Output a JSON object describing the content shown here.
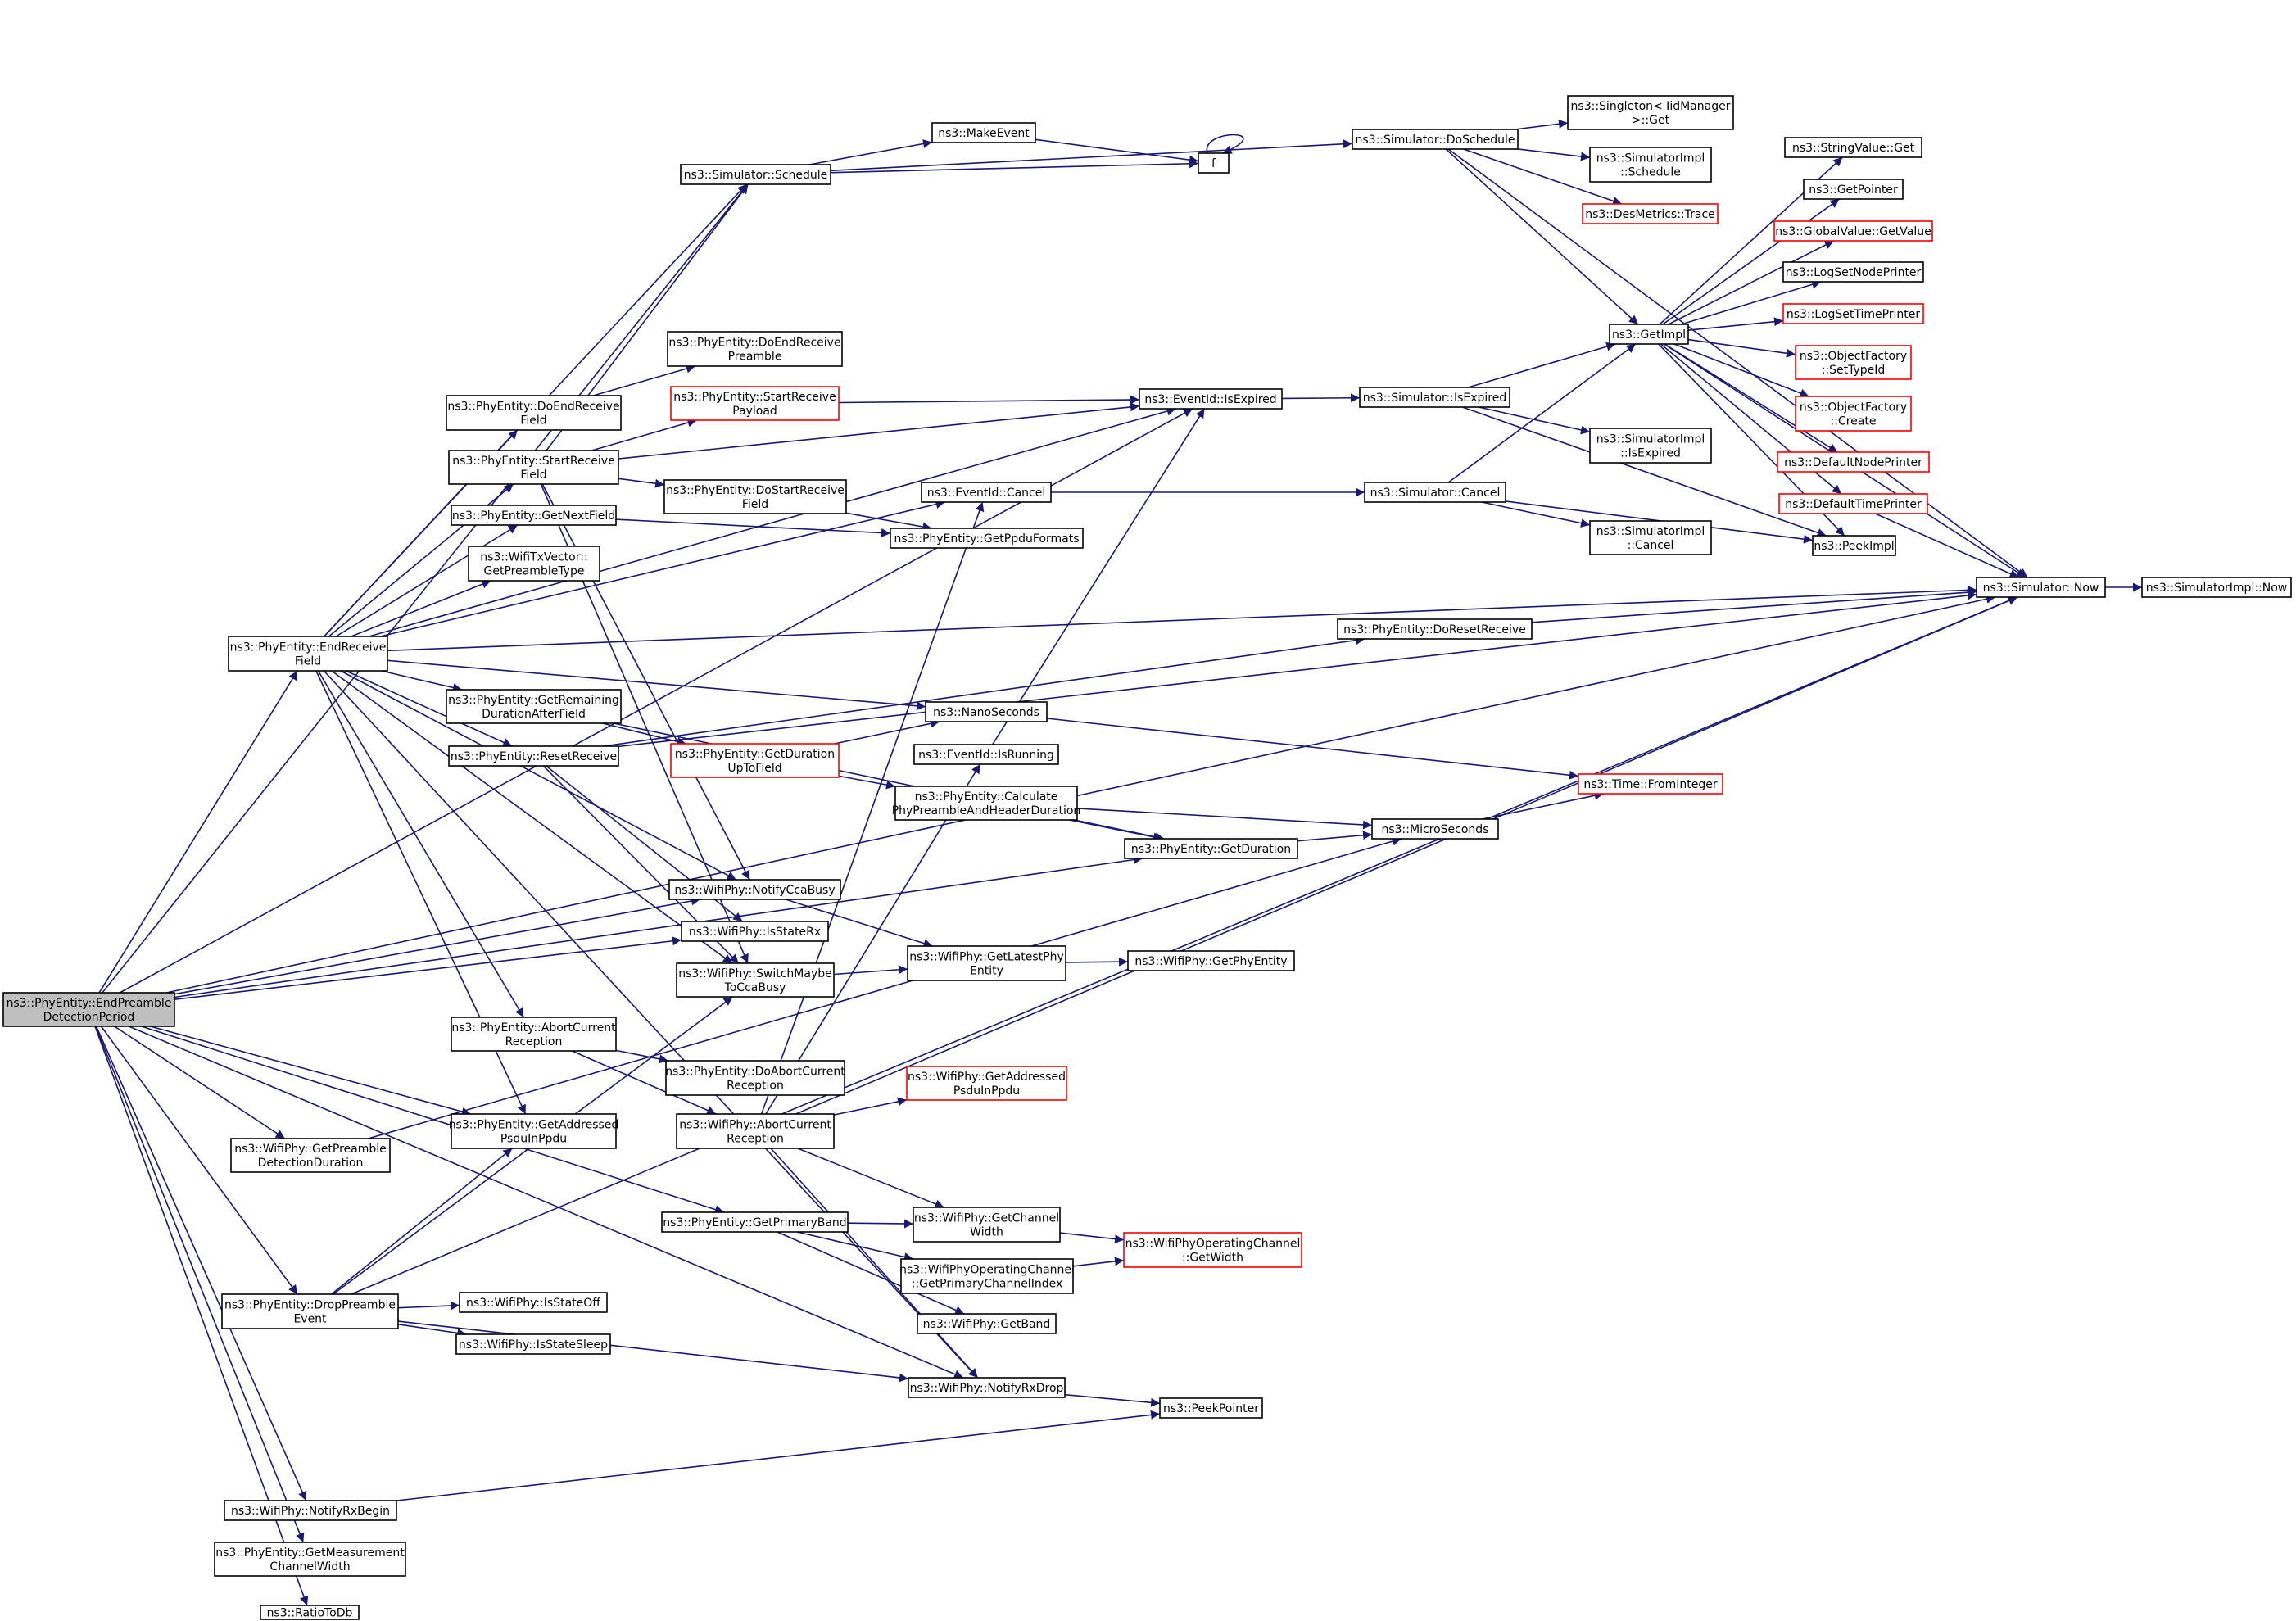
{
  "colors": {
    "edge": "#191970",
    "node_border": "#000000",
    "node_border_incomplete": "#ff0000",
    "root_fill": "#bfbfbf",
    "node_fill": "#ffffff"
  },
  "nodes": [
    {
      "id": "root",
      "lines": [
        "ns3::PhyEntity::EndPreamble",
        "DetectionPeriod"
      ],
      "style": "root"
    },
    {
      "id": "endReceiveField",
      "lines": [
        "ns3::PhyEntity::EndReceive",
        "Field"
      ],
      "style": "normal"
    },
    {
      "id": "simSchedule",
      "lines": [
        "ns3::Simulator::Schedule"
      ],
      "style": "normal"
    },
    {
      "id": "makeEvent",
      "lines": [
        "ns3::MakeEvent"
      ],
      "style": "normal"
    },
    {
      "id": "f",
      "lines": [
        "f"
      ],
      "style": "normal"
    },
    {
      "id": "doSchedule",
      "lines": [
        "ns3::Simulator::DoSchedule"
      ],
      "style": "normal"
    },
    {
      "id": "singletonGet",
      "lines": [
        "ns3::Singleton< IidManager",
        ">::Get"
      ],
      "style": "normal"
    },
    {
      "id": "implSchedule",
      "lines": [
        "ns3::SimulatorImpl",
        "::Schedule"
      ],
      "style": "normal"
    },
    {
      "id": "desTrace",
      "lines": [
        "ns3::DesMetrics::Trace"
      ],
      "style": "incomplete"
    },
    {
      "id": "stringGet",
      "lines": [
        "ns3::StringValue::Get"
      ],
      "style": "normal"
    },
    {
      "id": "getPointer",
      "lines": [
        "ns3::GetPointer"
      ],
      "style": "normal"
    },
    {
      "id": "globalGetValue",
      "lines": [
        "ns3::GlobalValue::GetValue"
      ],
      "style": "incomplete"
    },
    {
      "id": "logSetNode",
      "lines": [
        "ns3::LogSetNodePrinter"
      ],
      "style": "normal"
    },
    {
      "id": "logSetTime",
      "lines": [
        "ns3::LogSetTimePrinter"
      ],
      "style": "incomplete"
    },
    {
      "id": "objSetTypeId",
      "lines": [
        "ns3::ObjectFactory",
        "::SetTypeId"
      ],
      "style": "incomplete"
    },
    {
      "id": "objCreate",
      "lines": [
        "ns3::ObjectFactory",
        "::Create"
      ],
      "style": "incomplete"
    },
    {
      "id": "defNodePrinter",
      "lines": [
        "ns3::DefaultNodePrinter"
      ],
      "style": "incomplete"
    },
    {
      "id": "defTimePrinter",
      "lines": [
        "ns3::DefaultTimePrinter"
      ],
      "style": "incomplete"
    },
    {
      "id": "getImpl",
      "lines": [
        "ns3::GetImpl"
      ],
      "style": "normal"
    },
    {
      "id": "doEndRecvPreamble",
      "lines": [
        "ns3::PhyEntity::DoEndReceive",
        "Preamble"
      ],
      "style": "normal"
    },
    {
      "id": "doEndRecvField",
      "lines": [
        "ns3::PhyEntity::DoEndReceive",
        "Field"
      ],
      "style": "normal"
    },
    {
      "id": "startRecvPayload",
      "lines": [
        "ns3::PhyEntity::StartReceive",
        "Payload"
      ],
      "style": "incomplete"
    },
    {
      "id": "startRecvField",
      "lines": [
        "ns3::PhyEntity::StartReceive",
        "Field"
      ],
      "style": "normal"
    },
    {
      "id": "isExpired",
      "lines": [
        "ns3::EventId::IsExpired"
      ],
      "style": "normal"
    },
    {
      "id": "simIsExpired",
      "lines": [
        "ns3::Simulator::IsExpired"
      ],
      "style": "normal"
    },
    {
      "id": "implIsExpired",
      "lines": [
        "ns3::SimulatorImpl",
        "::IsExpired"
      ],
      "style": "normal"
    },
    {
      "id": "doStartRecvField",
      "lines": [
        "ns3::PhyEntity::DoStartReceive",
        "Field"
      ],
      "style": "normal"
    },
    {
      "id": "eventCancel",
      "lines": [
        "ns3::EventId::Cancel"
      ],
      "style": "normal"
    },
    {
      "id": "simCancel",
      "lines": [
        "ns3::Simulator::Cancel"
      ],
      "style": "normal"
    },
    {
      "id": "implCancel",
      "lines": [
        "ns3::SimulatorImpl",
        "::Cancel"
      ],
      "style": "normal"
    },
    {
      "id": "peekImpl",
      "lines": [
        "ns3::PeekImpl"
      ],
      "style": "normal"
    },
    {
      "id": "getNextField",
      "lines": [
        "ns3::PhyEntity::GetNextField"
      ],
      "style": "normal"
    },
    {
      "id": "getPpduFormats",
      "lines": [
        "ns3::PhyEntity::GetPpduFormats"
      ],
      "style": "normal"
    },
    {
      "id": "txVecPreamble",
      "lines": [
        "ns3::WifiTxVector::",
        "GetPreambleType"
      ],
      "style": "normal"
    },
    {
      "id": "simNow",
      "lines": [
        "ns3::Simulator::Now"
      ],
      "style": "normal"
    },
    {
      "id": "implNow",
      "lines": [
        "ns3::SimulatorImpl::Now"
      ],
      "style": "normal"
    },
    {
      "id": "doResetReceive",
      "lines": [
        "ns3::PhyEntity::DoResetReceive"
      ],
      "style": "normal"
    },
    {
      "id": "getRemaining",
      "lines": [
        "ns3::PhyEntity::GetRemaining",
        "DurationAfterField"
      ],
      "style": "normal"
    },
    {
      "id": "nanoSeconds",
      "lines": [
        "ns3::NanoSeconds"
      ],
      "style": "normal"
    },
    {
      "id": "getDurationUpTo",
      "lines": [
        "ns3::PhyEntity::GetDuration",
        "UpToField"
      ],
      "style": "incomplete"
    },
    {
      "id": "isRunning",
      "lines": [
        "ns3::EventId::IsRunning"
      ],
      "style": "normal"
    },
    {
      "id": "resetReceive",
      "lines": [
        "ns3::PhyEntity::ResetReceive"
      ],
      "style": "normal"
    },
    {
      "id": "timeFromInteger",
      "lines": [
        "ns3::Time::FromInteger"
      ],
      "style": "incomplete"
    },
    {
      "id": "calcPreamble",
      "lines": [
        "ns3::PhyEntity::Calculate",
        "PhyPreambleAndHeaderDuration"
      ],
      "style": "normal"
    },
    {
      "id": "getDuration",
      "lines": [
        "ns3::PhyEntity::GetDuration"
      ],
      "style": "normal"
    },
    {
      "id": "microSeconds",
      "lines": [
        "ns3::MicroSeconds"
      ],
      "style": "normal"
    },
    {
      "id": "notifyCcaBusy",
      "lines": [
        "ns3::WifiPhy::NotifyCcaBusy"
      ],
      "style": "normal"
    },
    {
      "id": "isStateRx",
      "lines": [
        "ns3::WifiPhy::IsStateRx"
      ],
      "style": "normal"
    },
    {
      "id": "switchMaybe",
      "lines": [
        "ns3::WifiPhy::SwitchMaybe",
        "ToCcaBusy"
      ],
      "style": "normal"
    },
    {
      "id": "getLatestPhy",
      "lines": [
        "ns3::WifiPhy::GetLatestPhy",
        "Entity"
      ],
      "style": "normal"
    },
    {
      "id": "getPhyEntity",
      "lines": [
        "ns3::WifiPhy::GetPhyEntity"
      ],
      "style": "normal"
    },
    {
      "id": "abortCurrentEntity",
      "lines": [
        "ns3::PhyEntity::AbortCurrent",
        "Reception"
      ],
      "style": "normal"
    },
    {
      "id": "doAbortCurrent",
      "lines": [
        "ns3::PhyEntity::DoAbortCurrent",
        "Reception"
      ],
      "style": "normal"
    },
    {
      "id": "wifiGetAddressed",
      "lines": [
        "ns3::WifiPhy::GetAddressed",
        "PsduInPpdu"
      ],
      "style": "incomplete"
    },
    {
      "id": "entityGetAddressed",
      "lines": [
        "ns3::PhyEntity::GetAddressed",
        "PsduInPpdu"
      ],
      "style": "normal"
    },
    {
      "id": "abortCurrentWifi",
      "lines": [
        "ns3::WifiPhy::AbortCurrent",
        "Reception"
      ],
      "style": "normal"
    },
    {
      "id": "getPreambleDet",
      "lines": [
        "ns3::WifiPhy::GetPreamble",
        "DetectionDuration"
      ],
      "style": "normal"
    },
    {
      "id": "getPrimaryBand",
      "lines": [
        "ns3::PhyEntity::GetPrimaryBand"
      ],
      "style": "normal"
    },
    {
      "id": "getChannelWidth",
      "lines": [
        "ns3::WifiPhy::GetChannel",
        "Width"
      ],
      "style": "normal"
    },
    {
      "id": "opGetWidth",
      "lines": [
        "ns3::WifiPhyOperatingChannel",
        "::GetWidth"
      ],
      "style": "incomplete"
    },
    {
      "id": "opPrimaryIndex",
      "lines": [
        "ns3::WifiPhyOperatingChannel",
        "::GetPrimaryChannelIndex"
      ],
      "style": "normal"
    },
    {
      "id": "getBand",
      "lines": [
        "ns3::WifiPhy::GetBand"
      ],
      "style": "normal"
    },
    {
      "id": "dropPreamble",
      "lines": [
        "ns3::PhyEntity::DropPreamble",
        "Event"
      ],
      "style": "normal"
    },
    {
      "id": "isStateOff",
      "lines": [
        "ns3::WifiPhy::IsStateOff"
      ],
      "style": "normal"
    },
    {
      "id": "isStateSleep",
      "lines": [
        "ns3::WifiPhy::IsStateSleep"
      ],
      "style": "normal"
    },
    {
      "id": "notifyRxDrop",
      "lines": [
        "ns3::WifiPhy::NotifyRxDrop"
      ],
      "style": "normal"
    },
    {
      "id": "peekPointer",
      "lines": [
        "ns3::PeekPointer"
      ],
      "style": "normal"
    },
    {
      "id": "notifyRxBegin",
      "lines": [
        "ns3::WifiPhy::NotifyRxBegin"
      ],
      "style": "normal"
    },
    {
      "id": "getMeasurement",
      "lines": [
        "ns3::PhyEntity::GetMeasurement",
        "ChannelWidth"
      ],
      "style": "normal"
    },
    {
      "id": "ratioToDb",
      "lines": [
        "ns3::RatioToDb"
      ],
      "style": "normal"
    }
  ],
  "edges": [
    [
      "root",
      "endReceiveField"
    ],
    [
      "root",
      "simSchedule"
    ],
    [
      "root",
      "simNow"
    ],
    [
      "root",
      "isExpired"
    ],
    [
      "root",
      "notifyCcaBusy"
    ],
    [
      "root",
      "isStateRx"
    ],
    [
      "root",
      "getDuration"
    ],
    [
      "root",
      "entityGetAddressed"
    ],
    [
      "root",
      "getPreambleDet"
    ],
    [
      "root",
      "getPrimaryBand"
    ],
    [
      "root",
      "dropPreamble"
    ],
    [
      "root",
      "notifyRxDrop"
    ],
    [
      "root",
      "notifyRxBegin"
    ],
    [
      "root",
      "getMeasurement"
    ],
    [
      "root",
      "ratioToDb"
    ],
    [
      "endReceiveField",
      "doEndRecvField"
    ],
    [
      "endReceiveField",
      "startRecvField"
    ],
    [
      "endReceiveField",
      "getNextField"
    ],
    [
      "endReceiveField",
      "txVecPreamble"
    ],
    [
      "endReceiveField",
      "simNow"
    ],
    [
      "endReceiveField",
      "nanoSeconds"
    ],
    [
      "endReceiveField",
      "getRemaining"
    ],
    [
      "endReceiveField",
      "resetReceive"
    ],
    [
      "endReceiveField",
      "notifyCcaBusy"
    ],
    [
      "endReceiveField",
      "switchMaybe"
    ],
    [
      "endReceiveField",
      "abortCurrentEntity"
    ],
    [
      "endReceiveField",
      "entityGetAddressed"
    ],
    [
      "endReceiveField",
      "notifyRxDrop"
    ],
    [
      "endReceiveField",
      "simSchedule"
    ],
    [
      "endReceiveField",
      "isExpired"
    ],
    [
      "endReceiveField",
      "eventCancel"
    ],
    [
      "simSchedule",
      "makeEvent"
    ],
    [
      "simSchedule",
      "f"
    ],
    [
      "simSchedule",
      "doSchedule"
    ],
    [
      "makeEvent",
      "f"
    ],
    [
      "f",
      "f"
    ],
    [
      "doSchedule",
      "singletonGet"
    ],
    [
      "doSchedule",
      "implSchedule"
    ],
    [
      "doSchedule",
      "desTrace"
    ],
    [
      "doSchedule",
      "getImpl"
    ],
    [
      "doSchedule",
      "simNow"
    ],
    [
      "getImpl",
      "stringGet"
    ],
    [
      "getImpl",
      "getPointer"
    ],
    [
      "getImpl",
      "globalGetValue"
    ],
    [
      "getImpl",
      "logSetNode"
    ],
    [
      "getImpl",
      "logSetTime"
    ],
    [
      "getImpl",
      "objSetTypeId"
    ],
    [
      "getImpl",
      "objCreate"
    ],
    [
      "getImpl",
      "defNodePrinter"
    ],
    [
      "getImpl",
      "defTimePrinter"
    ],
    [
      "getImpl",
      "peekImpl"
    ],
    [
      "getImpl",
      "simNow"
    ],
    [
      "doEndRecvField",
      "doEndRecvPreamble"
    ],
    [
      "startRecvField",
      "simSchedule"
    ],
    [
      "startRecvField",
      "startRecvPayload"
    ],
    [
      "startRecvField",
      "isExpired"
    ],
    [
      "startRecvField",
      "doStartRecvField"
    ],
    [
      "startRecvField",
      "notifyCcaBusy"
    ],
    [
      "startRecvField",
      "switchMaybe"
    ],
    [
      "startRecvPayload",
      "isExpired"
    ],
    [
      "isExpired",
      "simIsExpired"
    ],
    [
      "simIsExpired",
      "getImpl"
    ],
    [
      "simIsExpired",
      "implIsExpired"
    ],
    [
      "simIsExpired",
      "peekImpl"
    ],
    [
      "doStartRecvField",
      "getPpduFormats"
    ],
    [
      "getNextField",
      "getPpduFormats"
    ],
    [
      "eventCancel",
      "simCancel"
    ],
    [
      "simCancel",
      "getImpl"
    ],
    [
      "simCancel",
      "implCancel"
    ],
    [
      "simCancel",
      "peekImpl"
    ],
    [
      "defTimePrinter",
      "simNow"
    ],
    [
      "simNow",
      "implNow"
    ],
    [
      "doResetReceive",
      "simNow"
    ],
    [
      "getRemaining",
      "getDurationUpTo"
    ],
    [
      "getRemaining",
      "getDuration"
    ],
    [
      "getDurationUpTo",
      "nanoSeconds"
    ],
    [
      "getDurationUpTo",
      "calcPreamble"
    ],
    [
      "nanoSeconds",
      "timeFromInteger"
    ],
    [
      "isRunning",
      "isExpired"
    ],
    [
      "resetReceive",
      "doResetReceive"
    ],
    [
      "resetReceive",
      "simNow"
    ],
    [
      "resetReceive",
      "isStateRx"
    ],
    [
      "resetReceive",
      "switchMaybe"
    ],
    [
      "calcPreamble",
      "getDuration"
    ],
    [
      "calcPreamble",
      "microSeconds"
    ],
    [
      "getDuration",
      "microSeconds"
    ],
    [
      "microSeconds",
      "timeFromInteger"
    ],
    [
      "notifyCcaBusy",
      "getLatestPhy"
    ],
    [
      "switchMaybe",
      "getLatestPhy"
    ],
    [
      "getLatestPhy",
      "getPhyEntity"
    ],
    [
      "abortCurrentEntity",
      "doAbortCurrent"
    ],
    [
      "abortCurrentEntity",
      "abortCurrentWifi"
    ],
    [
      "abortCurrentWifi",
      "eventCancel"
    ],
    [
      "abortCurrentWifi",
      "isRunning"
    ],
    [
      "abortCurrentWifi",
      "wifiGetAddressed"
    ],
    [
      "abortCurrentWifi",
      "simNow"
    ],
    [
      "abortCurrentWifi",
      "getChannelWidth"
    ],
    [
      "abortCurrentWifi",
      "notifyRxDrop"
    ],
    [
      "getPreambleDet",
      "microSeconds"
    ],
    [
      "getPrimaryBand",
      "getChannelWidth"
    ],
    [
      "getPrimaryBand",
      "opPrimaryIndex"
    ],
    [
      "getPrimaryBand",
      "getBand"
    ],
    [
      "getChannelWidth",
      "opGetWidth"
    ],
    [
      "opPrimaryIndex",
      "opGetWidth"
    ],
    [
      "dropPreamble",
      "isStateOff"
    ],
    [
      "dropPreamble",
      "isStateSleep"
    ],
    [
      "dropPreamble",
      "notifyRxDrop"
    ],
    [
      "dropPreamble",
      "entityGetAddressed"
    ],
    [
      "dropPreamble",
      "switchMaybe"
    ],
    [
      "dropPreamble",
      "simNow"
    ],
    [
      "notifyRxDrop",
      "peekPointer"
    ],
    [
      "notifyRxBegin",
      "peekPointer"
    ]
  ]
}
